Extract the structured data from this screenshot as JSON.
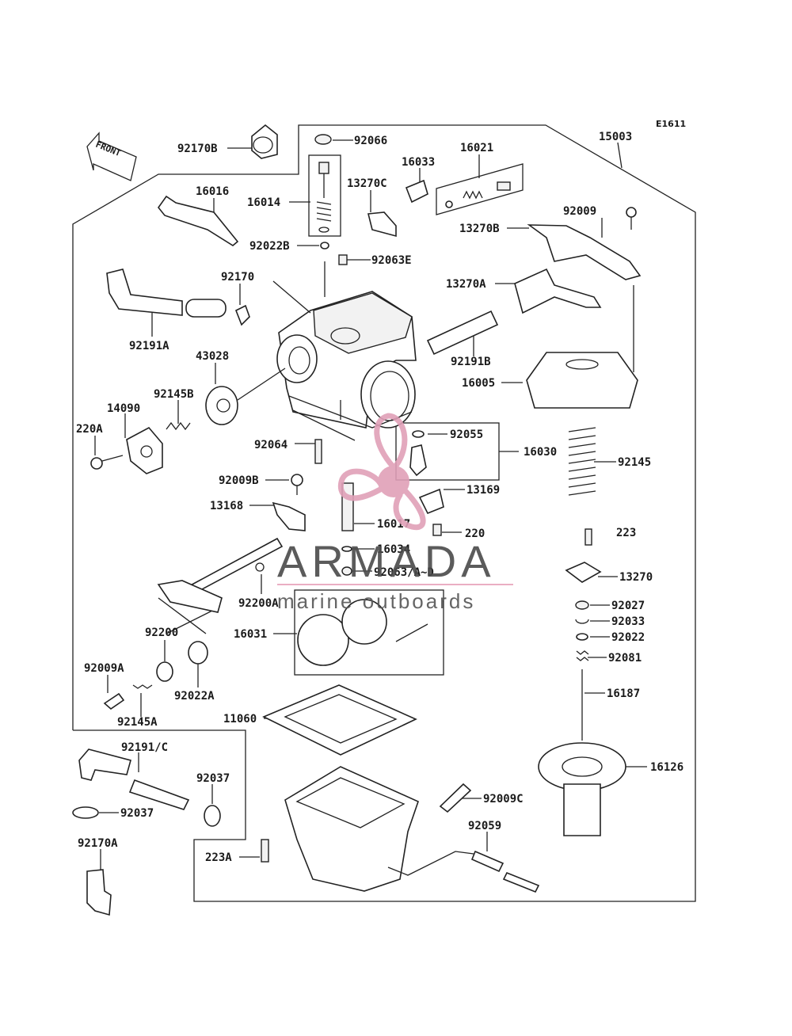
{
  "diagram": {
    "reference_code": "E1611",
    "front_label": "FRONT",
    "parts": [
      {
        "id": "p15003",
        "label": "15003"
      },
      {
        "id": "p92066",
        "label": "92066"
      },
      {
        "id": "p92170B",
        "label": "92170B"
      },
      {
        "id": "p16021",
        "label": "16021"
      },
      {
        "id": "p16033",
        "label": "16033"
      },
      {
        "id": "p13270C",
        "label": "13270C"
      },
      {
        "id": "p16014",
        "label": "16014"
      },
      {
        "id": "p16016",
        "label": "16016"
      },
      {
        "id": "p92009",
        "label": "92009"
      },
      {
        "id": "p13270B",
        "label": "13270B"
      },
      {
        "id": "p92022B",
        "label": "92022B"
      },
      {
        "id": "p92063E",
        "label": "92063E"
      },
      {
        "id": "p92170",
        "label": "92170"
      },
      {
        "id": "p13270A",
        "label": "13270A"
      },
      {
        "id": "p92191A",
        "label": "92191A"
      },
      {
        "id": "p92191B",
        "label": "92191B"
      },
      {
        "id": "p43028",
        "label": "43028"
      },
      {
        "id": "p16005",
        "label": "16005"
      },
      {
        "id": "p92145B",
        "label": "92145B"
      },
      {
        "id": "p14090",
        "label": "14090"
      },
      {
        "id": "p220A",
        "label": "220A"
      },
      {
        "id": "p92055",
        "label": "92055"
      },
      {
        "id": "p92064",
        "label": "92064"
      },
      {
        "id": "p16030",
        "label": "16030"
      },
      {
        "id": "p92145",
        "label": "92145"
      },
      {
        "id": "p92009B",
        "label": "92009B"
      },
      {
        "id": "p13169",
        "label": "13169"
      },
      {
        "id": "p13168",
        "label": "13168"
      },
      {
        "id": "p16017",
        "label": "16017"
      },
      {
        "id": "p220",
        "label": "220"
      },
      {
        "id": "p223",
        "label": "223"
      },
      {
        "id": "p16034",
        "label": "16034"
      },
      {
        "id": "p92063AD",
        "label": "92063/A~D"
      },
      {
        "id": "p13270",
        "label": "13270"
      },
      {
        "id": "p92200A",
        "label": "92200A"
      },
      {
        "id": "p92027",
        "label": "92027"
      },
      {
        "id": "p92033",
        "label": "92033"
      },
      {
        "id": "p92200",
        "label": "92200"
      },
      {
        "id": "p92022",
        "label": "92022"
      },
      {
        "id": "p16031",
        "label": "16031"
      },
      {
        "id": "p92081",
        "label": "92081"
      },
      {
        "id": "p92009A",
        "label": "92009A"
      },
      {
        "id": "p92022A",
        "label": "92022A"
      },
      {
        "id": "p16187",
        "label": "16187"
      },
      {
        "id": "p92145A",
        "label": "92145A"
      },
      {
        "id": "p11060",
        "label": "11060"
      },
      {
        "id": "p92191C",
        "label": "92191/C"
      },
      {
        "id": "p16126",
        "label": "16126"
      },
      {
        "id": "p92037a",
        "label": "92037"
      },
      {
        "id": "p92037b",
        "label": "92037"
      },
      {
        "id": "p92009C",
        "label": "92009C"
      },
      {
        "id": "p92059",
        "label": "92059"
      },
      {
        "id": "p92170A",
        "label": "92170A"
      },
      {
        "id": "p223A",
        "label": "223A"
      }
    ]
  },
  "watermark": {
    "brand": "ARMADA",
    "tagline": "marine outboards",
    "logo_color": "#e0a0b8",
    "rule_color": "#e8a6bd"
  }
}
